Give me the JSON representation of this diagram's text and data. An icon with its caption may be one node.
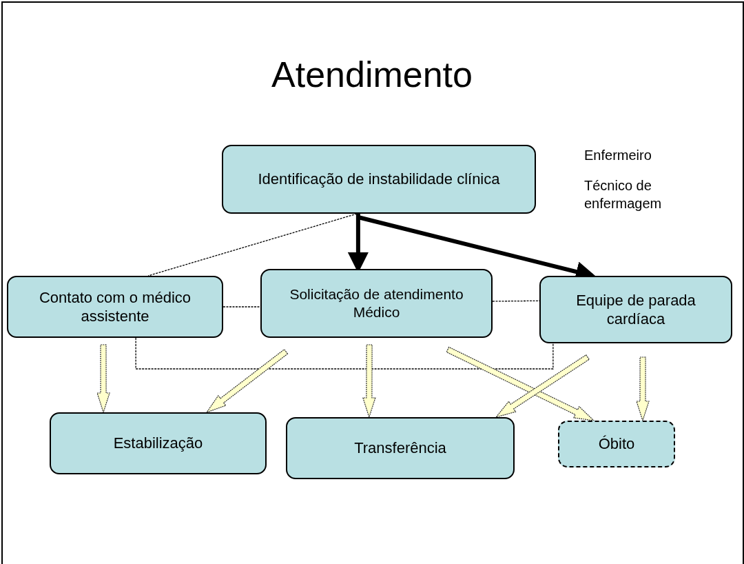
{
  "diagram": {
    "title": "Atendimento",
    "nodes": [
      {
        "text": [
          "Identificação de instabilidade clínica"
        ]
      },
      {
        "text": [
          "Contato com o médico assistente"
        ]
      },
      {
        "text": [
          "Solicitação de atendimento Médico"
        ]
      },
      {
        "text": [
          "Equipe de parada cardíaca"
        ]
      },
      {
        "text": [
          "Estabilização"
        ]
      },
      {
        "text": [
          "Transferência"
        ]
      },
      {
        "text": [
          "Óbito"
        ]
      }
    ],
    "edges": [
      {
        "from": 0,
        "to": 1,
        "arrow": "none",
        "style": "dashed",
        "color": "#000000"
      },
      {
        "from": 0,
        "to": 2,
        "arrow": "to",
        "style": "thick",
        "color": "#000000"
      },
      {
        "from": 0,
        "to": 3,
        "arrow": "to",
        "style": "thick",
        "color": "#000000"
      },
      {
        "from": 1,
        "to": 2,
        "arrow": "none",
        "style": "dashed",
        "color": "#000000"
      },
      {
        "from": 2,
        "to": 3,
        "arrow": "none",
        "style": "dashed",
        "color": "#000000"
      },
      {
        "from": 1,
        "to": 3,
        "arrow": "none",
        "style": "dashed",
        "color": "#000000"
      },
      {
        "from": 1,
        "to": 4,
        "arrow": "to"
      },
      {
        "from": 2,
        "to": 4,
        "arrow": "to"
      },
      {
        "from": 2,
        "to": 5,
        "arrow": "to"
      },
      {
        "from": 2,
        "to": 6,
        "arrow": "to"
      },
      {
        "from": 3,
        "to": 5,
        "arrow": "to"
      },
      {
        "from": 3,
        "to": 6,
        "arrow": "to"
      }
    ],
    "labels": [
      "Enfermeiro",
      "Técnico de enfermagem"
    ]
  }
}
